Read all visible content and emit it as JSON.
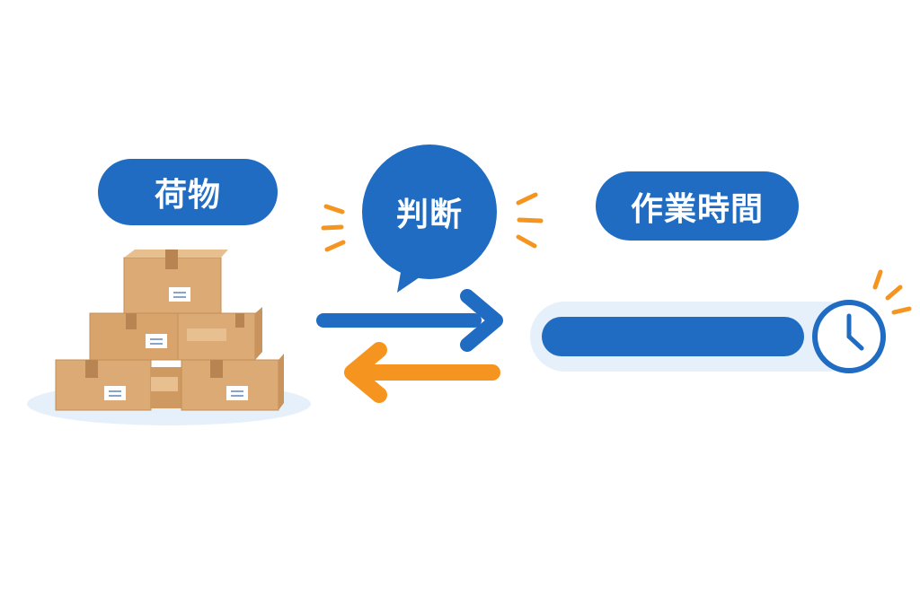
{
  "labels": {
    "cargo": "荷物",
    "judgment": "判断",
    "work_time": "作業時間"
  },
  "icons": {
    "boxes": "cardboard-boxes-icon",
    "bubble": "speech-bubble-icon",
    "clock": "clock-icon",
    "forward_arrow": "arrow-right-icon",
    "back_arrow": "arrow-left-icon"
  },
  "colors": {
    "blue": "#1f6cc2",
    "orange": "#f5951f",
    "box": "#dcaa74",
    "light_blue": "#e6f0fb"
  },
  "progress": {
    "work_time_fill": 0.95
  }
}
